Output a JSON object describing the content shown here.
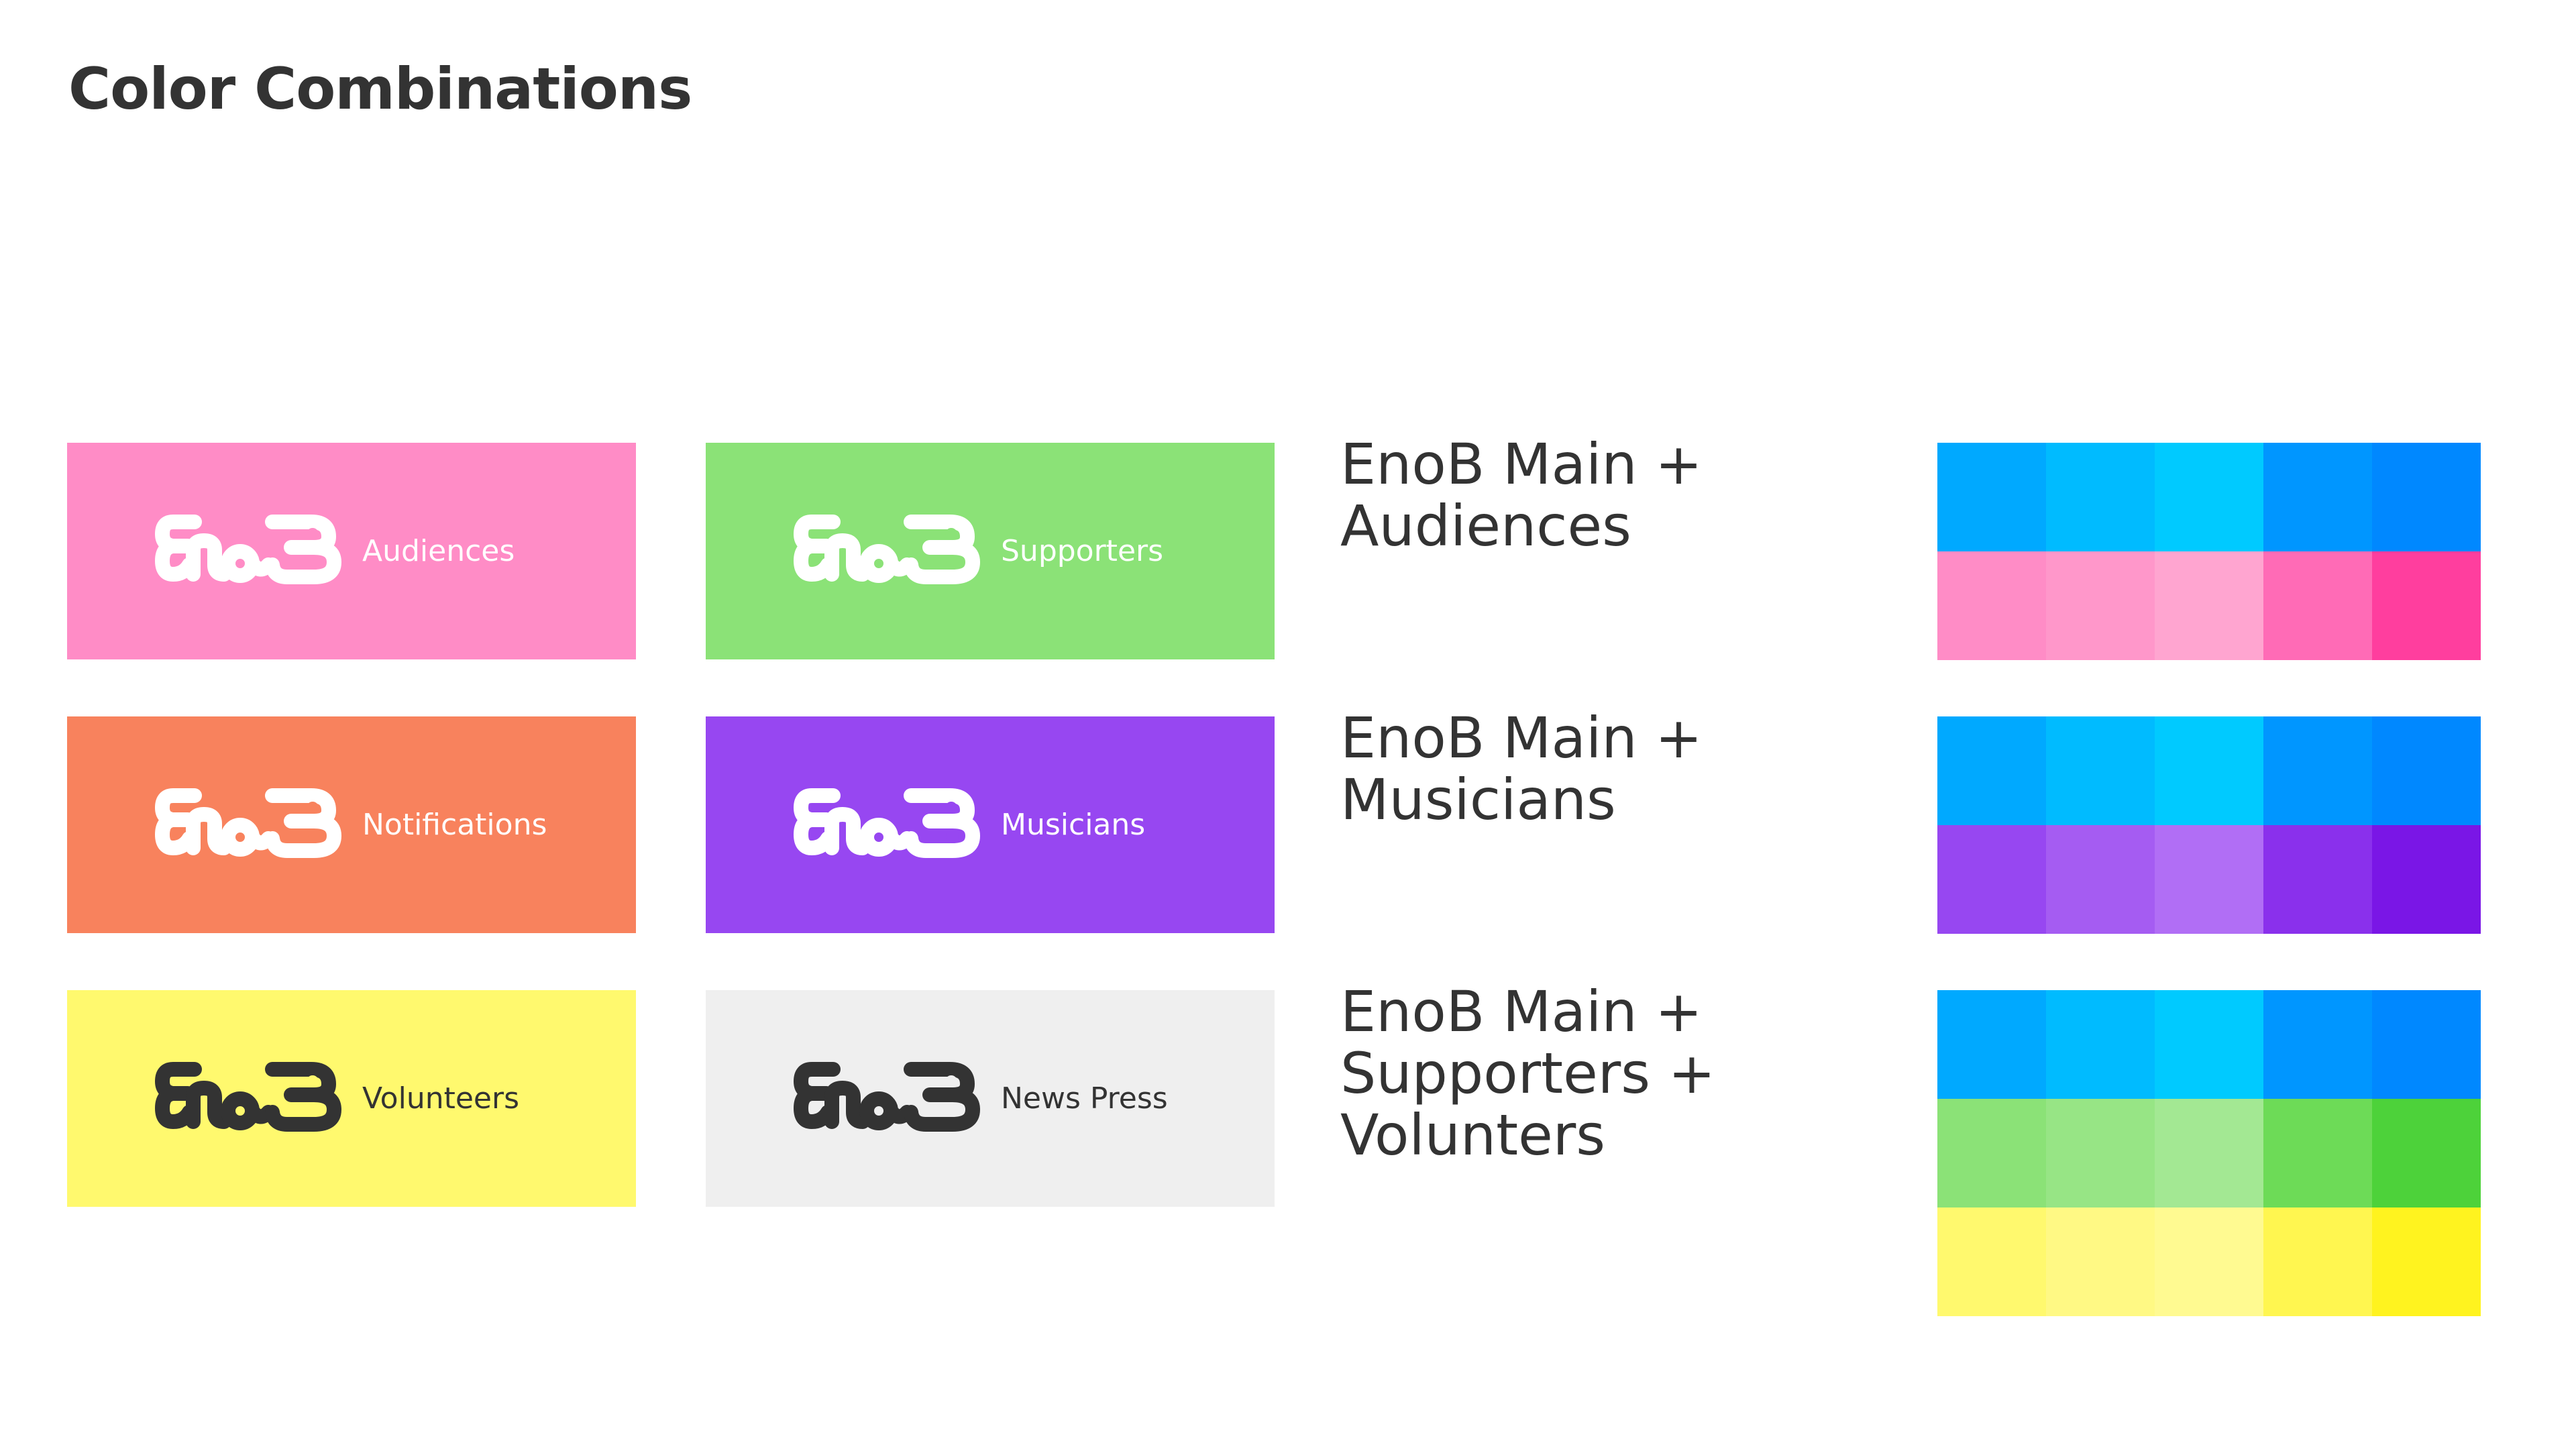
{
  "page": {
    "title": "Color Combinations"
  },
  "cards": [
    {
      "label": "Audiences",
      "bg": "#FF8CC6",
      "fg": "#FFFFFF"
    },
    {
      "label": "Supporters",
      "bg": "#8BE277",
      "fg": "#FFFFFF"
    },
    {
      "label": "Notifications",
      "bg": "#F8825D",
      "fg": "#FFFFFF"
    },
    {
      "label": "Musicians",
      "bg": "#9747F1",
      "fg": "#FFFFFF"
    },
    {
      "label": "Volunteers",
      "bg": "#FFF96E",
      "fg": "#333333"
    },
    {
      "label": "News Press",
      "bg": "#EFEFEF",
      "fg": "#333333"
    }
  ],
  "combinations": [
    {
      "lines": [
        "EnoB Main +",
        "Audiences"
      ],
      "palette": [
        [
          "#00A9FF",
          "#00BBFF",
          "#00CAFF",
          "#0096FF",
          "#0088FF"
        ],
        [
          "#FF8CC6",
          "#FF97CA",
          "#FFA5D0",
          "#FF6BB6",
          "#FF3E9E"
        ]
      ]
    },
    {
      "lines": [
        "EnoB Main +",
        "Musicians"
      ],
      "palette": [
        [
          "#00A9FF",
          "#00BBFF",
          "#00CAFF",
          "#0096FF",
          "#0088FF"
        ],
        [
          "#9747F1",
          "#A55CF2",
          "#B16EF5",
          "#8A30EC",
          "#7A16E6"
        ]
      ]
    },
    {
      "lines": [
        "EnoB Main +",
        "Supporters +",
        "Volunters"
      ],
      "palette": [
        [
          "#00A9FF",
          "#00BBFF",
          "#00CAFF",
          "#0096FF",
          "#0088FF"
        ],
        [
          "#8BE277",
          "#97E585",
          "#A3E893",
          "#6DDB57",
          "#4DD23A"
        ],
        [
          "#FFF96E",
          "#FFF984",
          "#FFFA91",
          "#FFF650",
          "#FFF31F"
        ]
      ]
    }
  ],
  "logo": {
    "text": "EnoB",
    "icon": "enob-wordmark-logo"
  }
}
